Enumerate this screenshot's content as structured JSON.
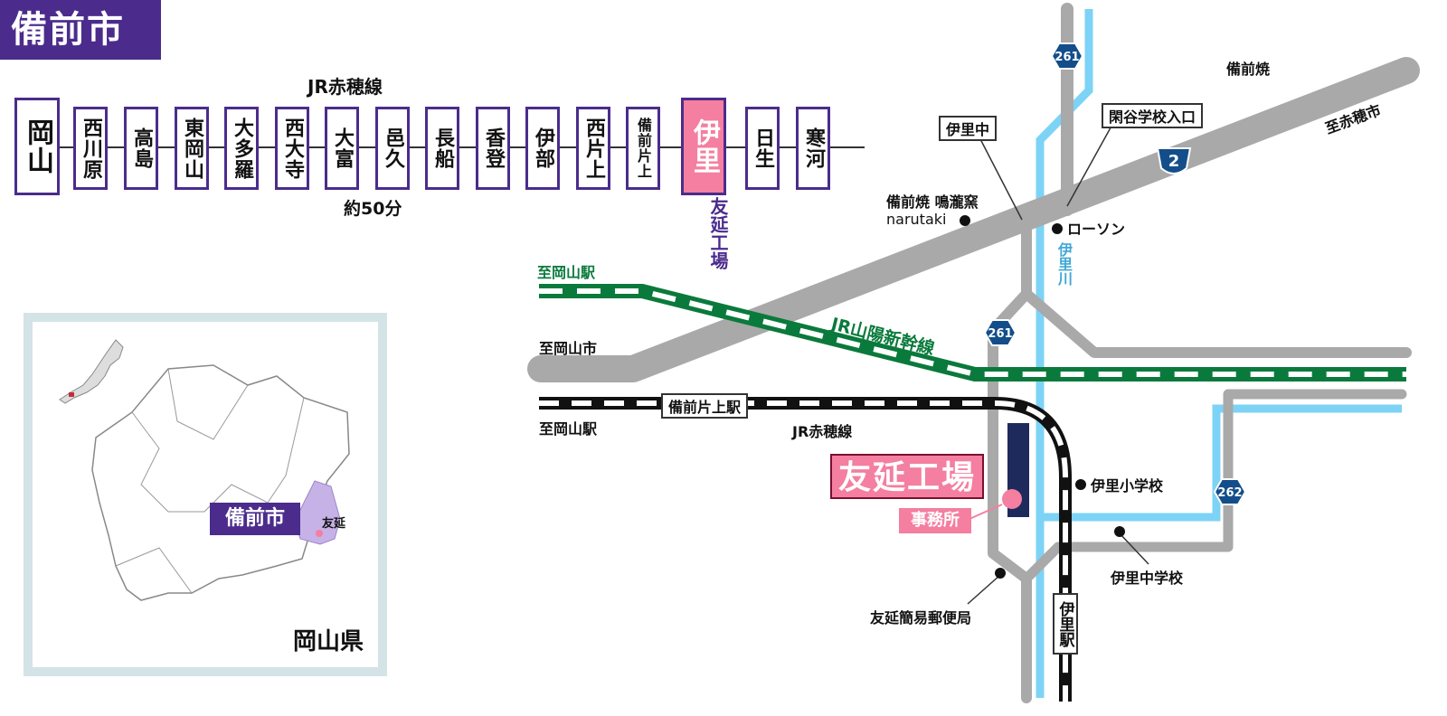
{
  "header": {
    "city_title": "備前市"
  },
  "route": {
    "line_name": "JR赤穂線",
    "duration": "約50分",
    "origin": "岡山",
    "stations": [
      "西川原",
      "高島",
      "東岡山",
      "大多羅",
      "西大寺",
      "大富",
      "邑久",
      "長船",
      "香登",
      "伊部",
      "西片上",
      "備前片上"
    ],
    "current": "伊里",
    "after": [
      "日生",
      "寒河"
    ],
    "factory_label": "友延工場"
  },
  "inset": {
    "prefecture": "岡山県",
    "city": "備前市",
    "area": "友延"
  },
  "map": {
    "factory": "友延工場",
    "office": "事務所",
    "station": "伊里駅",
    "shinkansen": "JR山陽新幹線",
    "ako_line": "JR赤穂線",
    "katakami_station": "備前片上駅",
    "to_okayama_st_1": "至岡山駅",
    "to_okayama_city": "至岡山市",
    "to_okayama_st_2": "至岡山駅",
    "to_ako": "至赤穂市",
    "bizenyaki": "備前焼",
    "kiln": "備前焼 鳴瀧窯",
    "kiln_roman": "narutaki",
    "lawson": "ローソン",
    "iri_jhs_short": "伊里中",
    "sekiya": "閑谷学校入口",
    "river": "伊里川",
    "elem": "伊里小学校",
    "jhs": "伊里中学校",
    "post": "友延簡易郵便局",
    "route_2": "2",
    "route_261a": "261",
    "route_261b": "261",
    "route_262": "262"
  },
  "colors": {
    "purple": "#4b2c8c",
    "pink": "#f47fa0",
    "green": "#0a7a3c",
    "river": "#7dd3f5",
    "road": "#a9a9a9"
  }
}
